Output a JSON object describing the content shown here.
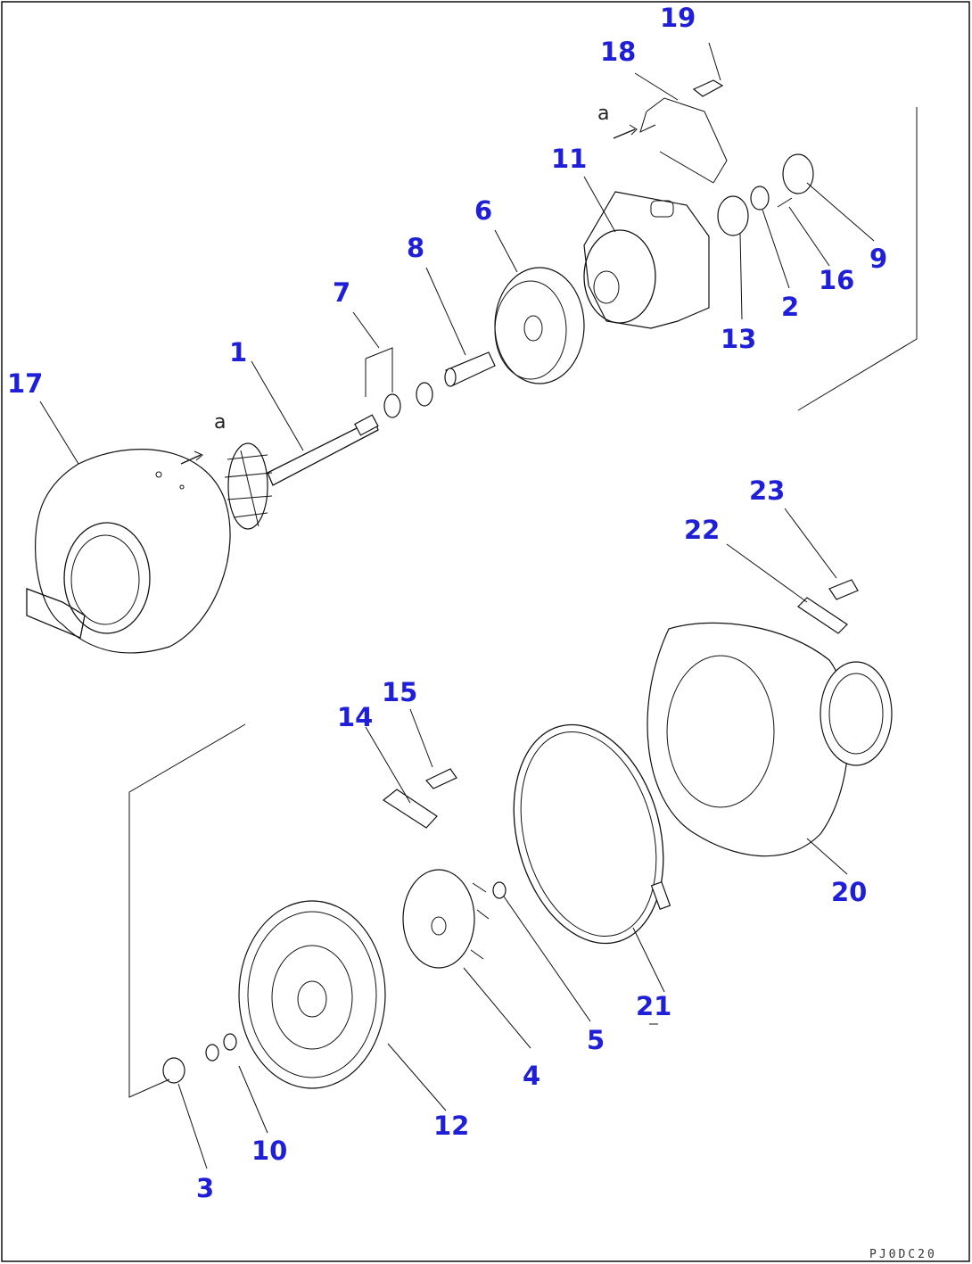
{
  "diagram": {
    "type": "exploded-parts-diagram",
    "drawing_code": "PJ0DC20",
    "reference_letter": "a",
    "callouts": [
      {
        "id": "c19",
        "label": "19"
      },
      {
        "id": "c18",
        "label": "18"
      },
      {
        "id": "c11",
        "label": "11"
      },
      {
        "id": "c6",
        "label": "6"
      },
      {
        "id": "c8",
        "label": "8"
      },
      {
        "id": "c7",
        "label": "7"
      },
      {
        "id": "c1",
        "label": "1"
      },
      {
        "id": "c17",
        "label": "17"
      },
      {
        "id": "c9",
        "label": "9"
      },
      {
        "id": "c16",
        "label": "16"
      },
      {
        "id": "c2",
        "label": "2"
      },
      {
        "id": "c13",
        "label": "13"
      },
      {
        "id": "c23",
        "label": "23"
      },
      {
        "id": "c22",
        "label": "22"
      },
      {
        "id": "c15",
        "label": "15"
      },
      {
        "id": "c14",
        "label": "14"
      },
      {
        "id": "c20",
        "label": "20"
      },
      {
        "id": "c21",
        "label": "21"
      },
      {
        "id": "c5",
        "label": "5"
      },
      {
        "id": "c4",
        "label": "4"
      },
      {
        "id": "c12",
        "label": "12"
      },
      {
        "id": "c10",
        "label": "10"
      },
      {
        "id": "c3",
        "label": "3"
      }
    ],
    "colors": {
      "callout": "#1f1fd8",
      "line": "#111111",
      "background": "#ffffff"
    }
  }
}
